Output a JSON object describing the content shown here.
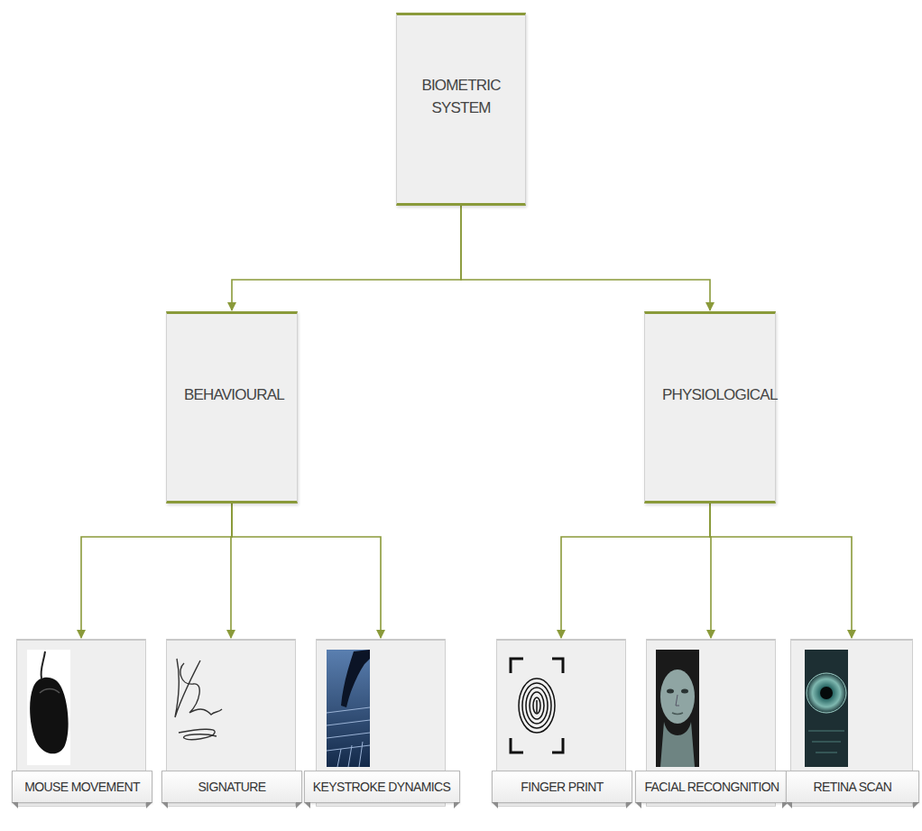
{
  "diagram": {
    "nodes": [
      {
        "text": [
          "BIOMETRIC SYSTEM"
        ]
      },
      {
        "text": [
          "BEHAVIOURAL"
        ]
      },
      {
        "text": [
          "PHYSIOLOGICAL"
        ]
      },
      {
        "text": [
          "MOUSE MOVEMENT"
        ]
      },
      {
        "text": [
          "SIGNATURE"
        ]
      },
      {
        "text": [
          "KEYSTROKE DYNAMICS"
        ]
      },
      {
        "text": [
          "FINGER PRINT"
        ]
      },
      {
        "text": [
          "FACIAL RECONGNITION"
        ]
      },
      {
        "text": [
          "RETINA SCAN"
        ]
      }
    ],
    "edges": [
      {
        "from": 0,
        "to": 1,
        "arrow": "to"
      },
      {
        "from": 0,
        "to": 2,
        "arrow": "to"
      },
      {
        "from": 1,
        "to": 3,
        "arrow": "to"
      },
      {
        "from": 1,
        "to": 4,
        "arrow": "to"
      },
      {
        "from": 1,
        "to": 5,
        "arrow": "to"
      },
      {
        "from": 2,
        "to": 6,
        "arrow": "to"
      },
      {
        "from": 2,
        "to": 7,
        "arrow": "to"
      },
      {
        "from": 2,
        "to": 8,
        "arrow": "to"
      }
    ]
  }
}
